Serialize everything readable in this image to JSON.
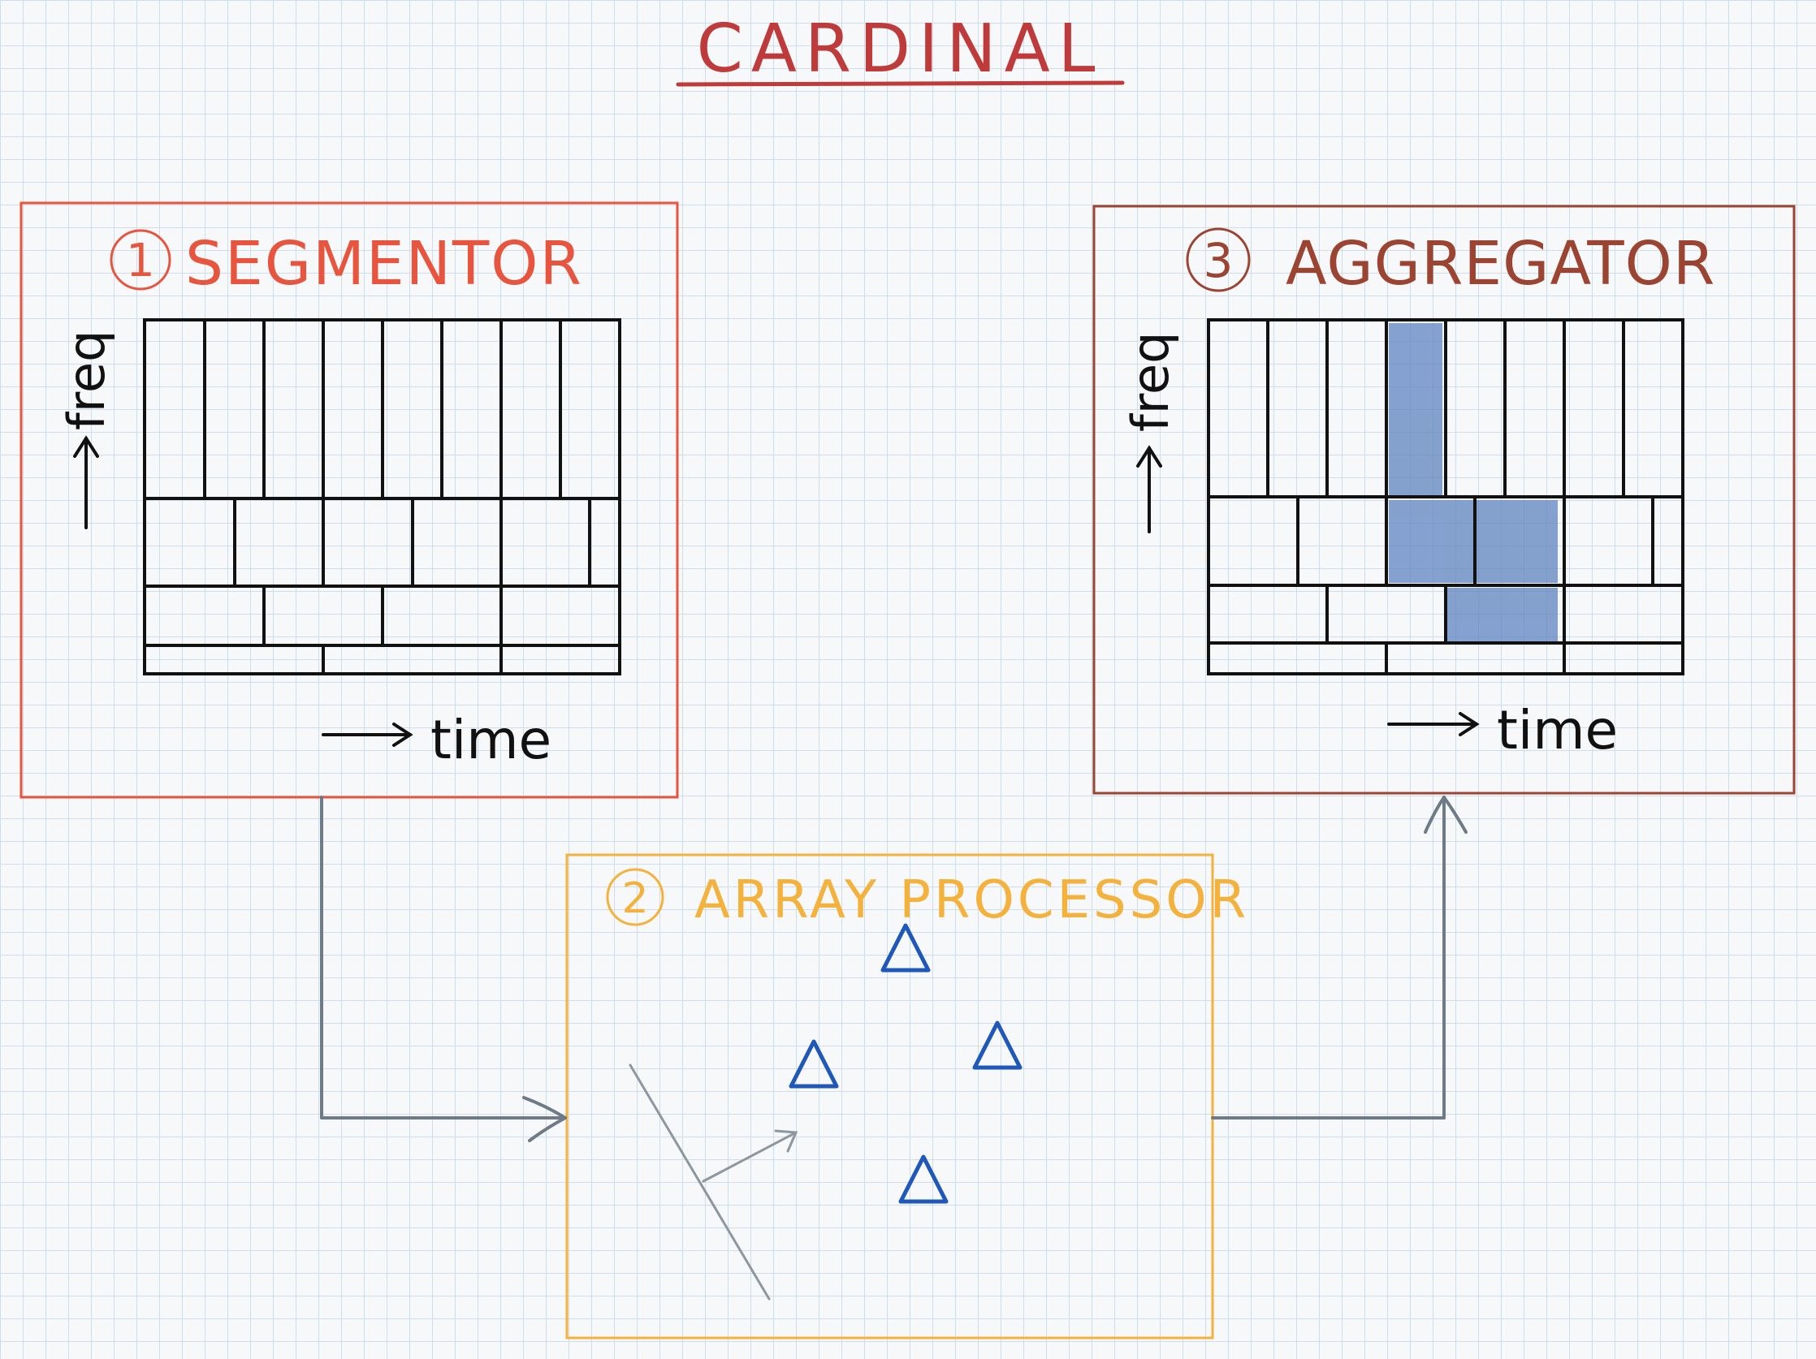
{
  "title": "CARDINAL",
  "colors": {
    "segmentor": "#e8553f",
    "aggregator": "#9b4432",
    "array_processor": "#f4b23d",
    "title": "#bf3a3a",
    "arrow": "#6e7a86",
    "sensor": "#1f58b8",
    "shade": "#5f84c0",
    "ink": "#111111"
  },
  "segmentor": {
    "number": "1",
    "label": "SEGMENTOR",
    "y_axis": "freq",
    "x_axis": "time"
  },
  "array_processor": {
    "number": "2",
    "label": "ARRAY PROCESSOR"
  },
  "aggregator": {
    "number": "3",
    "label": "AGGREGATOR",
    "y_axis": "freq",
    "x_axis": "time"
  }
}
